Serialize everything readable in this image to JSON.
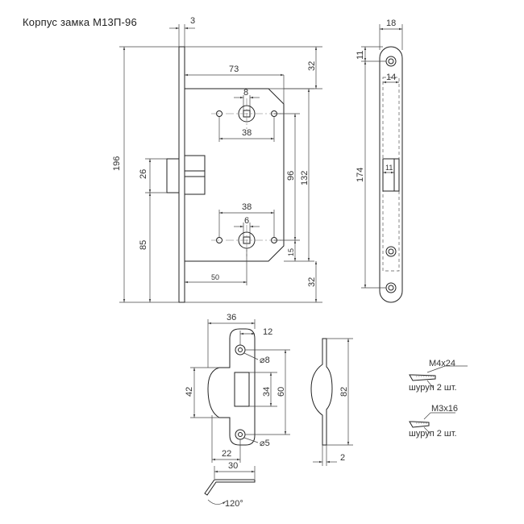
{
  "title": "Корпус замка М13П-96",
  "dims": {
    "faceplate_thickness": "3",
    "body_width": "73",
    "top_offset": "32",
    "spindle_square_top": "8",
    "hole_spacing_top": "38",
    "total_height": "196",
    "latch_height": "26",
    "latch_to_bottom": "85",
    "centers_96": "96",
    "screw_spacing_132": "132",
    "hole_spacing_bottom": "38",
    "spindle_square_bottom": "6",
    "bottom_hole_offset": "15",
    "backset": "50",
    "bottom_offset": "32",
    "faceplate_width": "18",
    "screw_hole_top": "11",
    "faceplate_inner": "14",
    "faceplate_length": "174",
    "latch_slot": "11",
    "strike_width": "36",
    "strike_lip": "12",
    "hole_dia_big": "⌀8",
    "strike_height_lip": "42",
    "strike_slot": "34",
    "strike_height": "60",
    "hole_dia_small": "⌀5",
    "strike_bottom": "22",
    "side_height": "82",
    "side_thickness": "2",
    "bend_length": "30",
    "bend_angle": "120°"
  },
  "screws": [
    {
      "size": "М4х24",
      "qty": "шуруп 2 шт."
    },
    {
      "size": "М3х16",
      "qty": "шуруп 2 шт."
    }
  ]
}
